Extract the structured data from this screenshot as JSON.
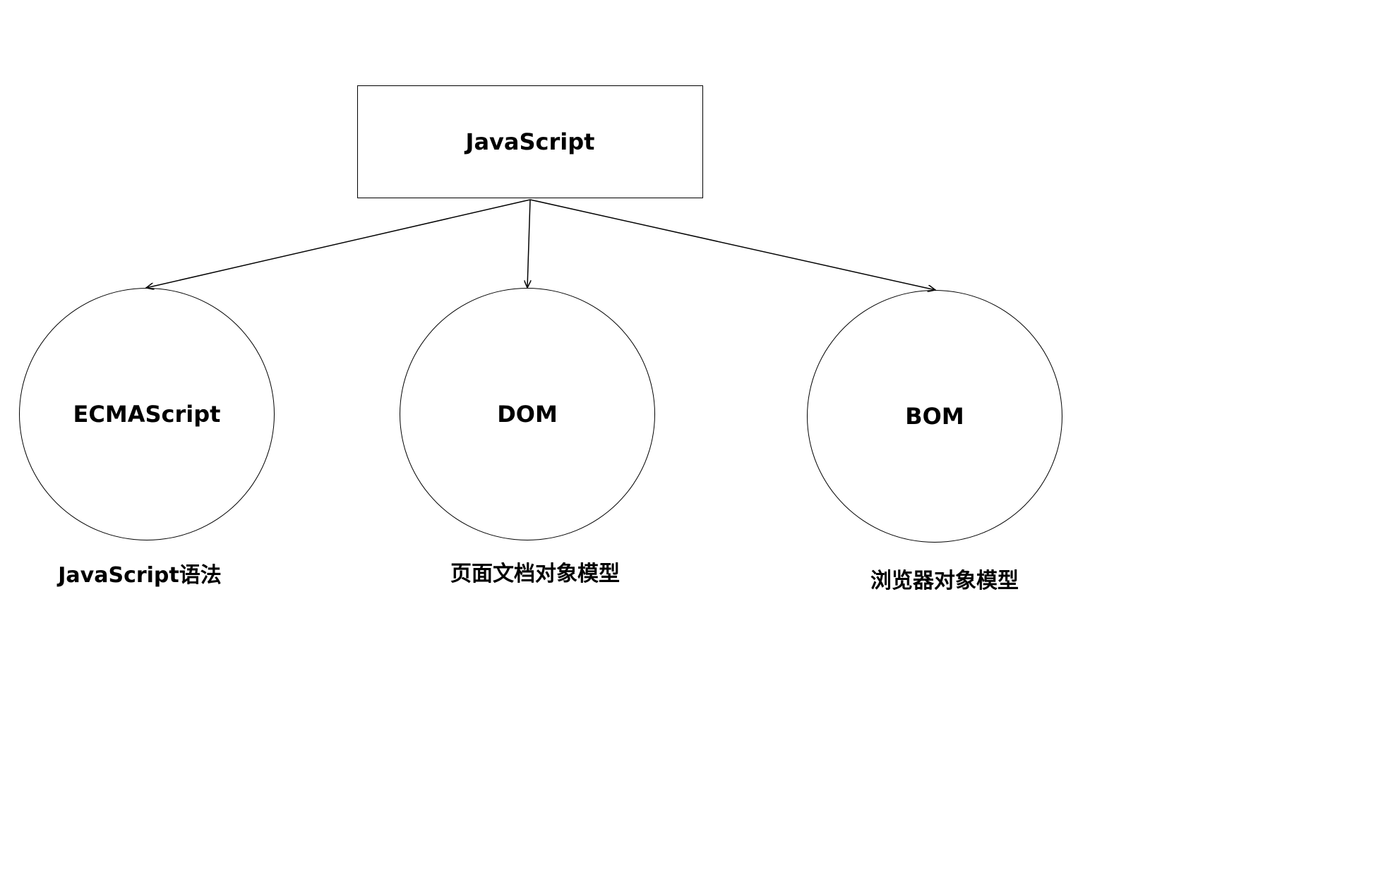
{
  "root": {
    "label": "JavaScript"
  },
  "children": [
    {
      "label": "ECMAScript",
      "caption": "JavaScript语法"
    },
    {
      "label": "DOM",
      "caption": "页面文档对象模型"
    },
    {
      "label": "BOM",
      "caption": "浏览器对象模型"
    }
  ]
}
